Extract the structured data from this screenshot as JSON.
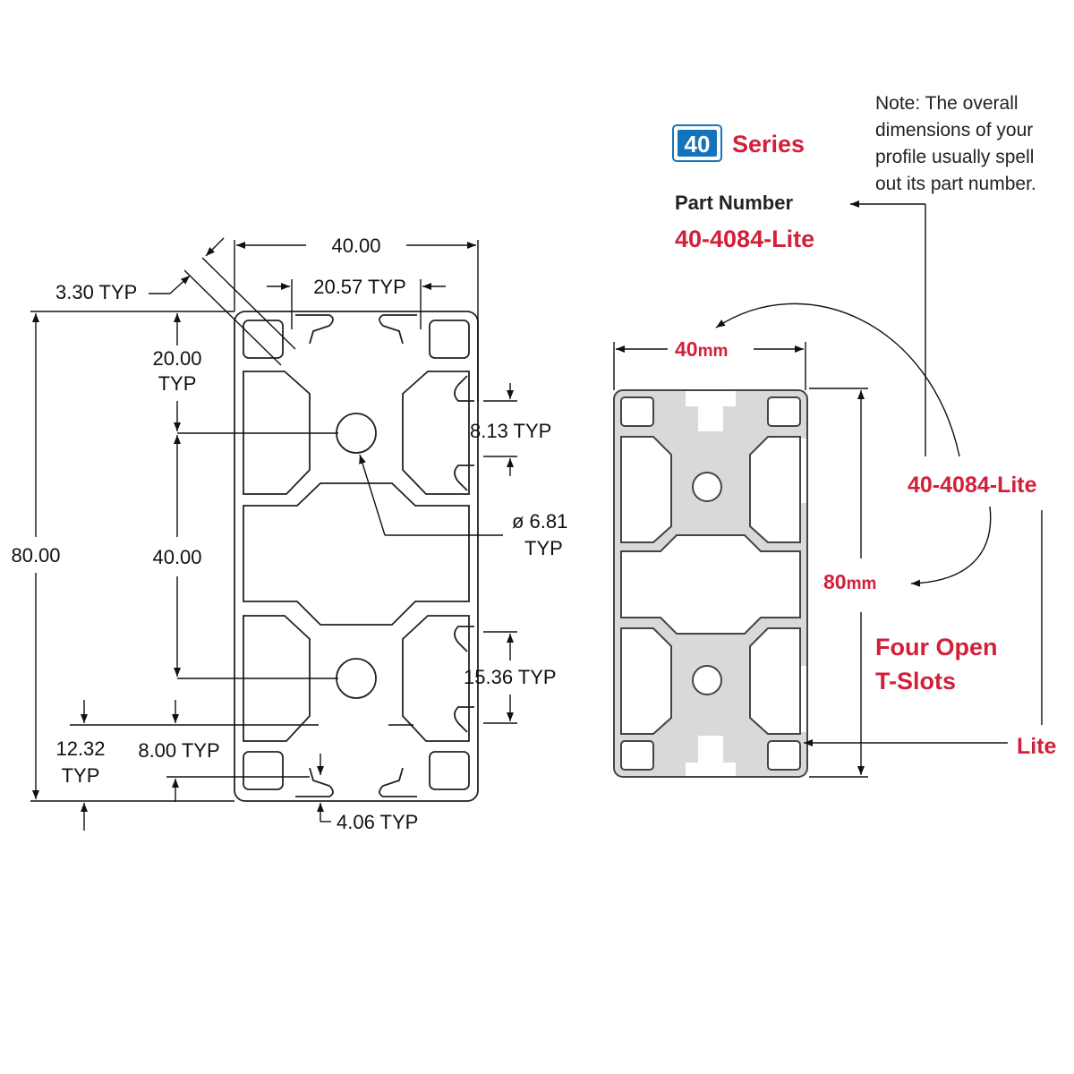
{
  "colors": {
    "accent_red": "#d2203a",
    "badge_blue": "#1474bb",
    "profile_fill": "#d9d9d9",
    "line": "#111111"
  },
  "drawing": {
    "dims": {
      "width": "40.00",
      "slot_opening": "20.57 TYP",
      "wall": "3.30 TYP",
      "height": "80.00",
      "edge_to_center_1": "20.00",
      "edge_to_center_2": "TYP",
      "center_to_center": "40.00",
      "slot_depth_top": "8.13 TYP",
      "hole_1": "ø 6.81",
      "hole_2": "TYP",
      "slot_depth_mid": "15.36 TYP",
      "lower_1": "12.32",
      "lower_2": "TYP",
      "lower_mid": "8.00 TYP",
      "lip": "4.06 TYP"
    }
  },
  "series": {
    "badge": "40",
    "label": "Series"
  },
  "part": {
    "heading": "Part Number",
    "number": "40-4084-Lite"
  },
  "note": {
    "lines": [
      "Note: The overall",
      "dimensions of your",
      "profile usually spell",
      "out its part number."
    ]
  },
  "callouts": {
    "width_value": "40",
    "width_unit": "mm",
    "height_value": "80",
    "height_unit": "mm",
    "code": "40-4084-Lite",
    "slots_1": "Four Open",
    "slots_2": "T-Slots",
    "lite": "Lite"
  }
}
